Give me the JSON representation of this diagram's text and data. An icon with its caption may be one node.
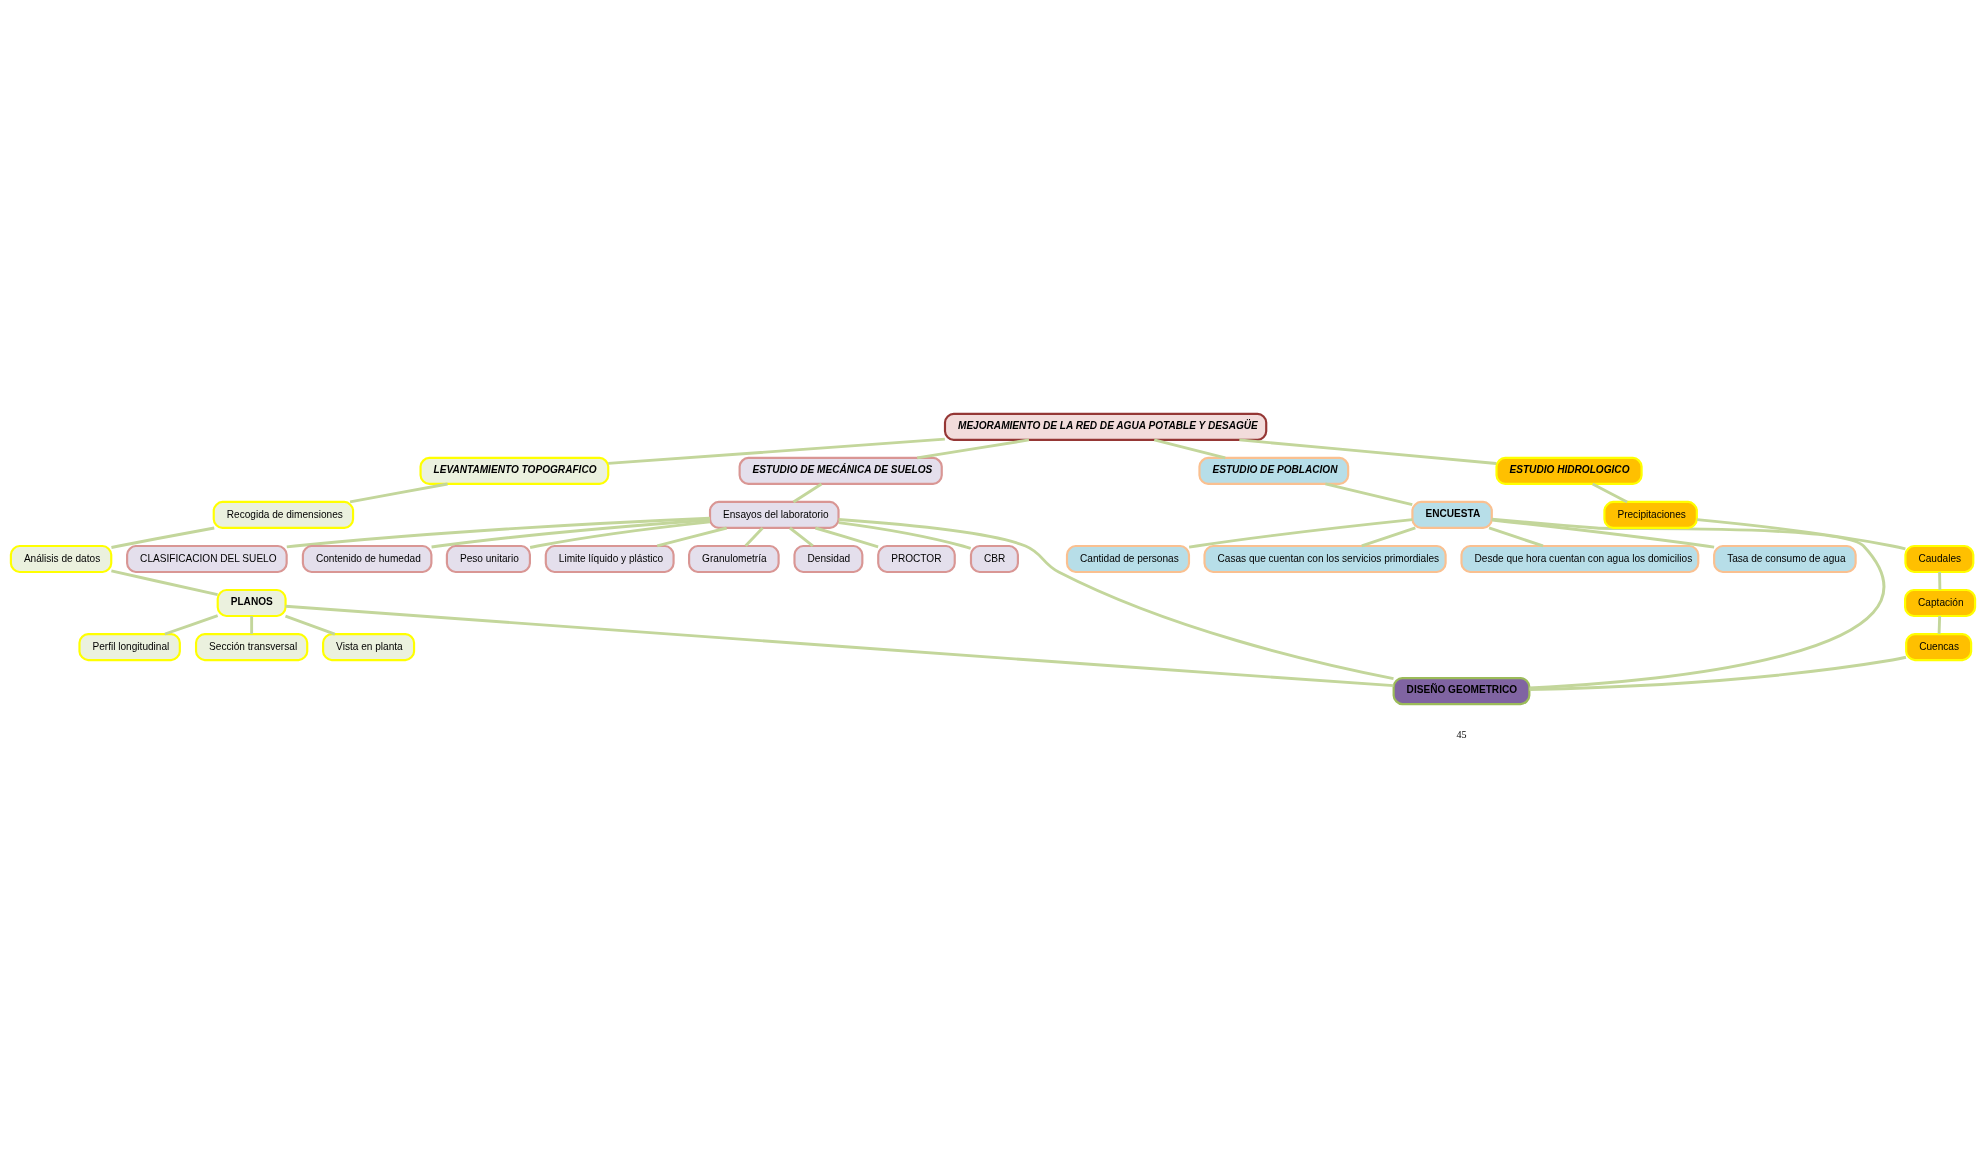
{
  "diagram": {
    "nodes": [
      {
        "text": [
          "MEJORAMIENTO DE LA RED DE AGUA POTABLE Y DESAGÜE"
        ]
      },
      {
        "text": [
          "LEVANTAMIENTO TOPOGRAFICO"
        ]
      },
      {
        "text": [
          "Recogida de dimensiones"
        ]
      },
      {
        "text": [
          "Análisis de datos"
        ]
      },
      {
        "text": [
          "PLANOS"
        ]
      },
      {
        "text": [
          "Perfil longitudinal"
        ]
      },
      {
        "text": [
          "Sección transversal"
        ]
      },
      {
        "text": [
          "Vista en planta"
        ]
      },
      {
        "text": [
          "ESTUDIO DE MECÁNICA DE SUELOS"
        ]
      },
      {
        "text": [
          "Ensayos del laboratorio"
        ]
      },
      {
        "text": [
          "CLASIFICACION DEL SUELO"
        ]
      },
      {
        "text": [
          "Contenido de humedad"
        ]
      },
      {
        "text": [
          "Peso unitario"
        ]
      },
      {
        "text": [
          "Limite líquido y plástico"
        ]
      },
      {
        "text": [
          "Granulometría"
        ]
      },
      {
        "text": [
          "Densidad"
        ]
      },
      {
        "text": [
          "PROCTOR"
        ]
      },
      {
        "text": [
          "CBR"
        ]
      },
      {
        "text": [
          "ESTUDIO DE POBLACION"
        ]
      },
      {
        "text": [
          "ENCUESTA"
        ]
      },
      {
        "text": [
          "Cantidad de personas"
        ]
      },
      {
        "text": [
          "Casas que cuentan con los servicios primordiales"
        ]
      },
      {
        "text": [
          "Desde que hora cuentan con agua los domicilios"
        ]
      },
      {
        "text": [
          "Tasa de consumo de agua"
        ]
      },
      {
        "text": [
          "ESTUDIO HIDROLOGICO"
        ]
      },
      {
        "text": [
          "Precipitaciones"
        ]
      },
      {
        "text": [
          "Caudales"
        ]
      },
      {
        "text": [
          "Captación"
        ]
      },
      {
        "text": [
          "Cuencas"
        ]
      },
      {
        "text": [
          "DISEÑO GEOMETRICO"
        ]
      }
    ],
    "edges": [
      {
        "from": 0,
        "to": 1,
        "arrow": "none"
      },
      {
        "from": 0,
        "to": 8,
        "arrow": "none"
      },
      {
        "from": 0,
        "to": 18,
        "arrow": "none"
      },
      {
        "from": 0,
        "to": 24,
        "arrow": "none"
      },
      {
        "from": 1,
        "to": 2,
        "arrow": "none"
      },
      {
        "from": 2,
        "to": 3,
        "arrow": "none"
      },
      {
        "from": 3,
        "to": 4,
        "arrow": "none"
      },
      {
        "from": 4,
        "to": 5,
        "arrow": "none"
      },
      {
        "from": 4,
        "to": 6,
        "arrow": "none"
      },
      {
        "from": 4,
        "to": 7,
        "arrow": "none"
      },
      {
        "from": 8,
        "to": 9,
        "arrow": "none"
      },
      {
        "from": 9,
        "to": 10,
        "arrow": "none"
      },
      {
        "from": 9,
        "to": 11,
        "arrow": "none"
      },
      {
        "from": 9,
        "to": 12,
        "arrow": "none"
      },
      {
        "from": 9,
        "to": 13,
        "arrow": "none"
      },
      {
        "from": 9,
        "to": 14,
        "arrow": "none"
      },
      {
        "from": 9,
        "to": 15,
        "arrow": "none"
      },
      {
        "from": 9,
        "to": 16,
        "arrow": "none"
      },
      {
        "from": 9,
        "to": 17,
        "arrow": "none"
      },
      {
        "from": 18,
        "to": 19,
        "arrow": "none"
      },
      {
        "from": 19,
        "to": 20,
        "arrow": "none"
      },
      {
        "from": 19,
        "to": 21,
        "arrow": "none"
      },
      {
        "from": 19,
        "to": 22,
        "arrow": "none"
      },
      {
        "from": 19,
        "to": 23,
        "arrow": "none"
      },
      {
        "from": 24,
        "to": 25,
        "arrow": "none"
      },
      {
        "from": 25,
        "to": 26,
        "arrow": "none"
      },
      {
        "from": 26,
        "to": 27,
        "arrow": "none"
      },
      {
        "from": 27,
        "to": 28,
        "arrow": "none"
      },
      {
        "from": 4,
        "to": 29,
        "arrow": "none"
      },
      {
        "from": 9,
        "to": 29,
        "arrow": "none"
      },
      {
        "from": 19,
        "to": 29,
        "arrow": "none"
      },
      {
        "from": 28,
        "to": 29,
        "arrow": "none"
      }
    ],
    "labels": [
      "45"
    ]
  }
}
